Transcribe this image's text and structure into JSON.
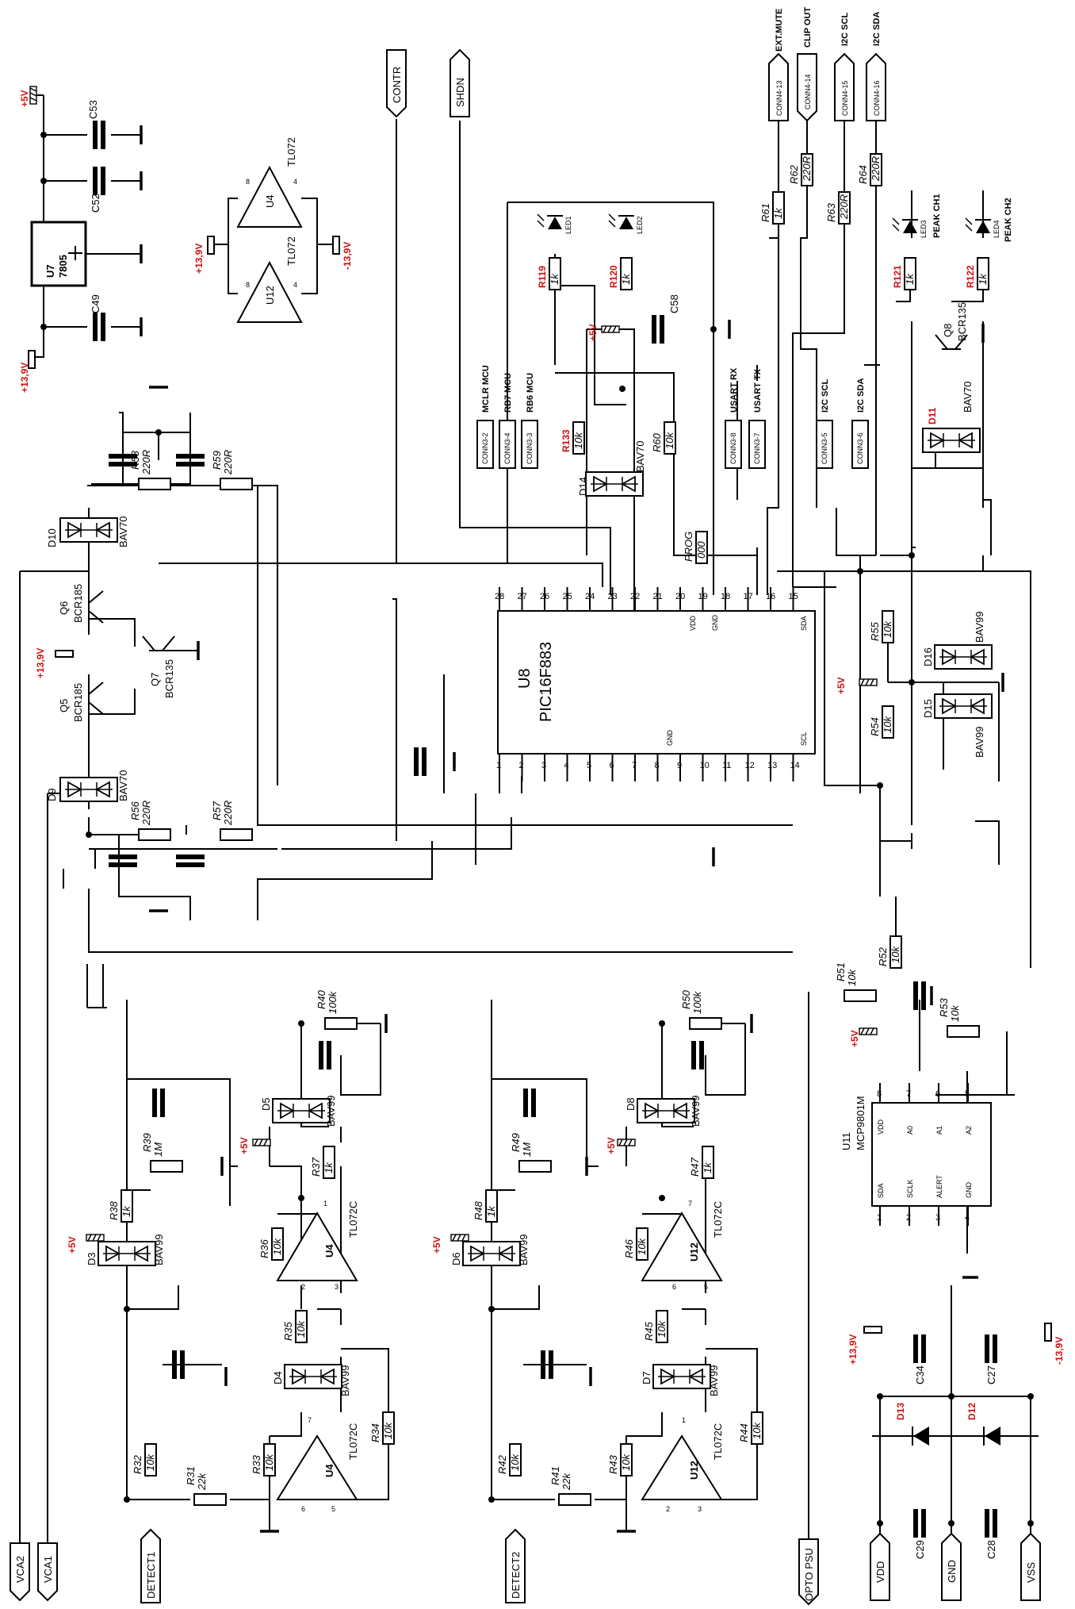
{
  "ic": {
    "u8_ref": "U8",
    "u8_part": "PIC16F883",
    "u11_ref": "U11",
    "u11_part": "MCP9801M",
    "u7_ref": "U7",
    "u7_part": "7805",
    "u4_ref": "U4",
    "u12_ref": "U12",
    "tl072": "TL072",
    "tl072c": "TL072C"
  },
  "u8_pins_top": [
    "28",
    "27",
    "26",
    "25",
    "24",
    "23",
    "22",
    "21",
    "20",
    "19",
    "18",
    "17",
    "16",
    "15"
  ],
  "u8_pins_bottom": [
    "1",
    "2",
    "3",
    "4",
    "5",
    "6",
    "7",
    "8",
    "9",
    "10",
    "11",
    "12",
    "13",
    "14"
  ],
  "u8_inner": {
    "vdd": "VDD",
    "gnd_top": "GND",
    "sda": "SDA",
    "gnd_bot": "GND",
    "scl": "SCL"
  },
  "u11_pins_top": [
    "8",
    "7",
    "6",
    "5"
  ],
  "u11_pins_bottom": [
    "1",
    "2",
    "3",
    "4"
  ],
  "u11_inner": [
    "VDD",
    "A0",
    "A1",
    "A2",
    "SDA",
    "SCLK",
    "ALERT",
    "GND"
  ],
  "opamp_pins": {
    "p4": "4",
    "p8": "8",
    "p1": "1",
    "p2": "2",
    "p3": "3",
    "p5": "5",
    "p6": "6",
    "p7": "7"
  },
  "signals": {
    "contr": "CONTR",
    "shdn": "SHDN",
    "conn4_13": "CONN4-13",
    "conn4_14": "CONN4-14",
    "conn4_15": "CONN4-15",
    "conn4_16": "CONN4-16",
    "ext_mute": "EXT.MUTE",
    "clip_out": "CLIP OUT",
    "i2c_scl": "I2C SCL",
    "i2c_sda": "I2C SDA",
    "vca2": "VCA2",
    "vca1": "VCA1",
    "detect1": "DETECT1",
    "detect2": "DETECT2",
    "opto_psu": "OPTO PSU",
    "vdd": "VDD",
    "gnd": "GND",
    "vss": "VSS"
  },
  "connectors": {
    "conn3_2": "CONN3-2",
    "conn3_4": "CONN3-4",
    "conn3_3": "CONN3-3",
    "conn3_8": "CONN3-8",
    "conn3_7": "CONN3-7",
    "conn3_5": "CONN3-5",
    "conn3_6": "CONN3-6",
    "mclr_mcu": "MCLR MCU",
    "rb7_mcu": "RB7 MCU",
    "rb6_mcu": "RB6 MCU",
    "usart_rx": "USART RX",
    "usart_tx": "USART TX",
    "i2c_scl2": "I2C SCL",
    "i2c_sda2": "I2C SDA"
  },
  "power": {
    "p5v": "+5V",
    "p139": "+13,9V",
    "m139": "-13,9V"
  },
  "resistors": {
    "r31": "R31",
    "r31v": "22k",
    "r32": "R32",
    "r32v": "10k",
    "r33": "R33",
    "r33v": "10k",
    "r34": "R34",
    "r34v": "10k",
    "r35": "R35",
    "r35v": "10k",
    "r36": "R36",
    "r36v": "10k",
    "r37": "R37",
    "r37v": "1k",
    "r38": "R38",
    "r38v": "1k",
    "r39": "R39",
    "r39v": "1M",
    "r40": "R40",
    "r40v": "100k",
    "r41": "R41",
    "r41v": "22k",
    "r42": "R42",
    "r42v": "10k",
    "r43": "R43",
    "r43v": "10k",
    "r44": "R44",
    "r44v": "10k",
    "r45": "R45",
    "r45v": "10k",
    "r46": "R46",
    "r46v": "10k",
    "r47": "R47",
    "r47v": "1k",
    "r48": "R48",
    "r48v": "1k",
    "r49": "R49",
    "r49v": "1M",
    "r50": "R50",
    "r50v": "100k",
    "r51": "R51",
    "r51v": "10k",
    "r52": "R52",
    "r52v": "10k",
    "r53": "R53",
    "r53v": "10k",
    "r54": "R54",
    "r54v": "10k",
    "r55": "R55",
    "r55v": "10k",
    "r56": "R56",
    "r56v": "220R",
    "r57": "R57",
    "r57v": "220R",
    "r58": "R58",
    "r58v": "220R",
    "r59": "R59",
    "r59v": "220R",
    "r60": "R60",
    "r60v": "10k",
    "r61": "R61",
    "r61v": "1k",
    "r62": "R62",
    "r62v": "220R",
    "r63": "R63",
    "r63v": "220R",
    "r64": "R64",
    "r64v": "220R",
    "prog": "PROG",
    "progv": "000",
    "r119": "R119",
    "r119v": "1k",
    "r120": "R120",
    "r120v": "1k",
    "r121": "R121",
    "r121v": "1k",
    "r122": "R122",
    "r122v": "1k",
    "r133": "R133",
    "r133v": "10k"
  },
  "capacitors": {
    "c27": "C27",
    "c28": "C28",
    "c29": "C29",
    "c34": "C34",
    "c49": "C49",
    "c52": "C52",
    "c53": "C53",
    "c58": "C58"
  },
  "diodes": {
    "d3": "D3",
    "d4": "D4",
    "d5": "D5",
    "d6": "D6",
    "d7": "D7",
    "d8": "D8",
    "d9": "D9",
    "d10": "D10",
    "d11": "D11",
    "d12": "D12",
    "d13": "D13",
    "d14": "D14",
    "d15": "D15",
    "d16": "D16",
    "bav70": "BAV70",
    "bav99": "BAV99",
    "led1": "LED1",
    "led2": "LED2",
    "led3": "LED3",
    "led4": "LED4",
    "peak1": "PEAK CH1",
    "peak2": "PEAK CH2"
  },
  "transistors": {
    "q5": "Q5",
    "q6": "Q6",
    "q7": "Q7",
    "q8": "Q8",
    "bcr185": "BCR185",
    "bcr135": "BCR135"
  },
  "colors": {
    "ink": "#000000",
    "highlight": "#d01010",
    "paper": "#ffffff"
  }
}
